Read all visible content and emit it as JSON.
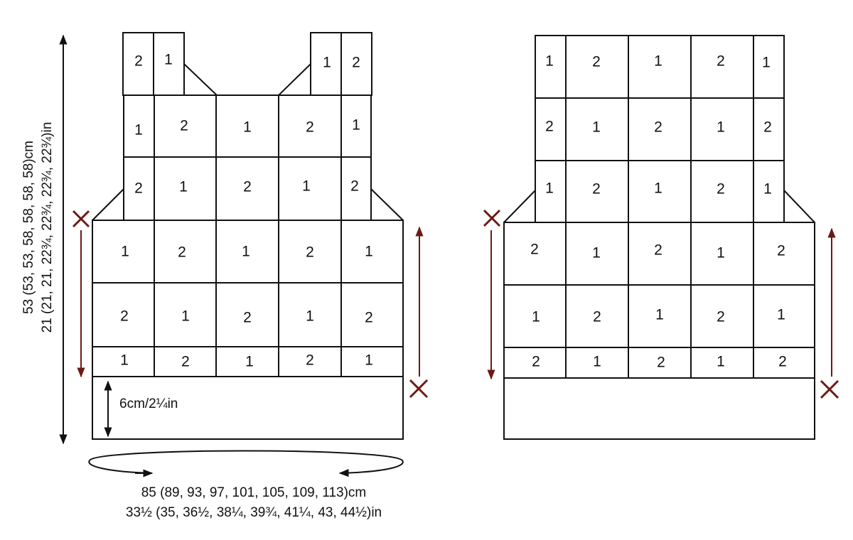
{
  "colors": {
    "outline": "#111111",
    "marker": "#6b1a14",
    "background": "#ffffff"
  },
  "front": {
    "strap_labels": [
      "2",
      "1",
      "1",
      "2"
    ],
    "rows": [
      [
        "1",
        "2",
        "1",
        "2",
        "1"
      ],
      [
        "2",
        "1",
        "2",
        "1",
        "2"
      ],
      [
        "1",
        "2",
        "1",
        "2",
        "1"
      ],
      [
        "2",
        "1",
        "2",
        "1",
        "2"
      ],
      [
        "1",
        "2",
        "1",
        "2",
        "1"
      ]
    ],
    "rib_label": "6cm/2¼in"
  },
  "back": {
    "rows": [
      [
        "1",
        "2",
        "1",
        "2",
        "1"
      ],
      [
        "2",
        "1",
        "2",
        "1",
        "2"
      ],
      [
        "1",
        "2",
        "1",
        "2",
        "1"
      ],
      [
        "2",
        "1",
        "2",
        "1",
        "2"
      ],
      [
        "1",
        "2",
        "1",
        "2",
        "1"
      ],
      [
        "2",
        "1",
        "2",
        "1",
        "2"
      ]
    ]
  },
  "measurements": {
    "length_cm": "53 (53, 53, 58, 58, 58, 58)cm",
    "length_in": "21 (21, 21, 22¾, 22¾, 22¾, 22¾)in",
    "width_cm": "85 (89, 93, 97, 101, 105, 109, 113)cm",
    "width_in": "33½ (35, 36½, 38¼, 39¾, 41¼, 43, 44½)in"
  },
  "markers": {
    "cross": "✕"
  }
}
